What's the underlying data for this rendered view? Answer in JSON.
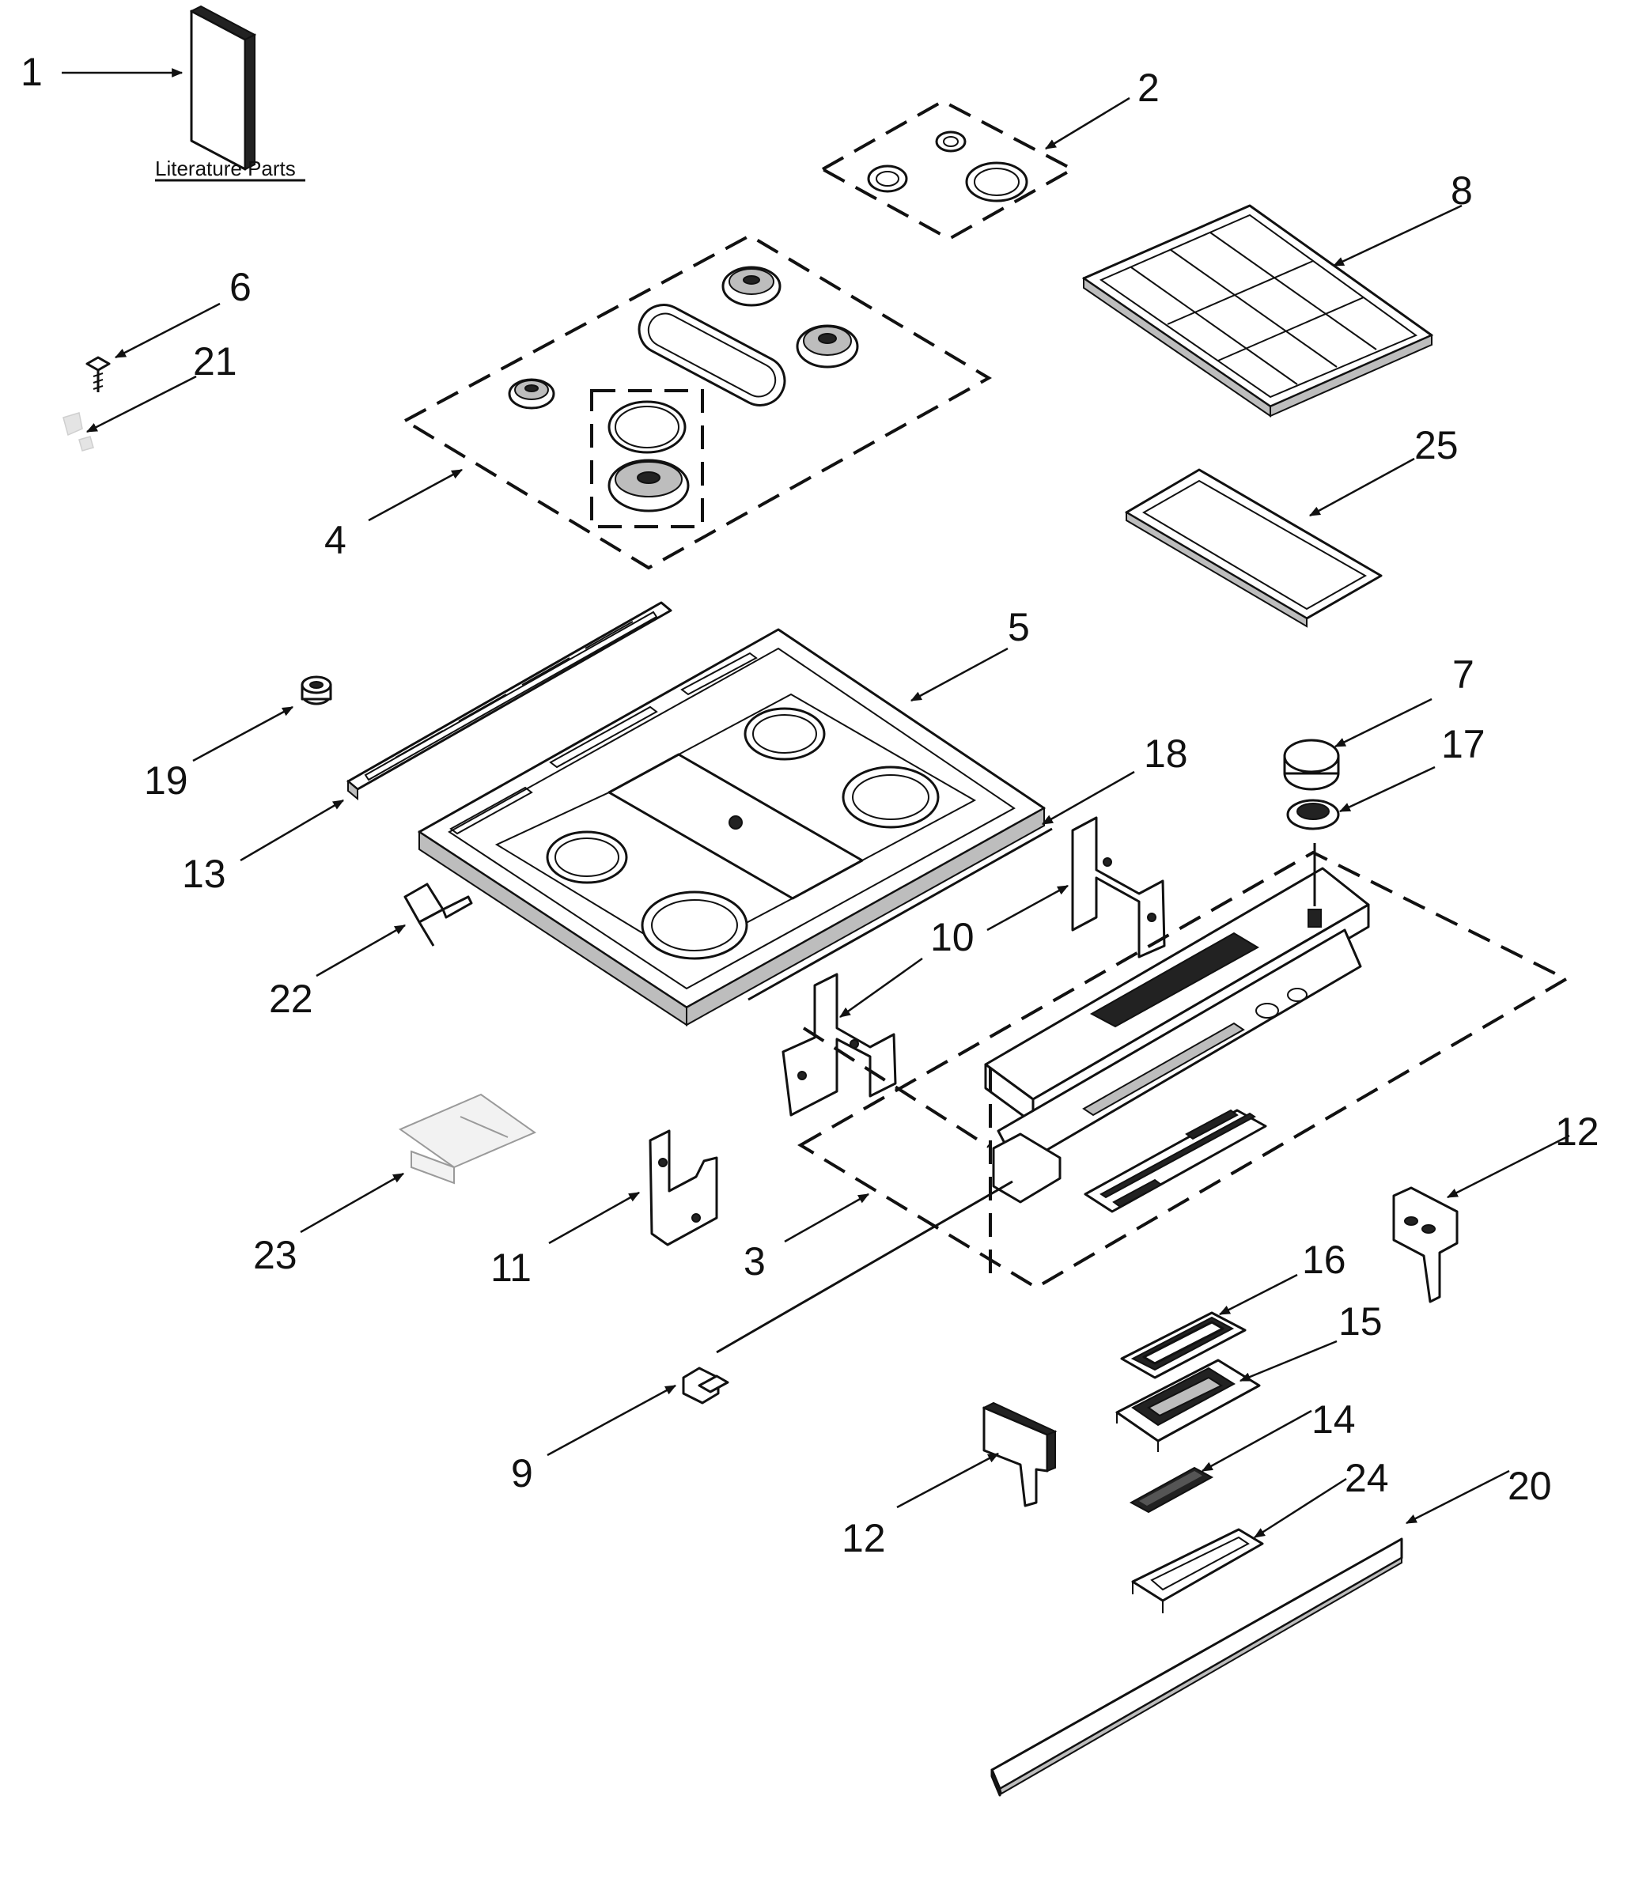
{
  "diagram": {
    "literature_caption": "Literature Parts",
    "callouts": [
      {
        "id": "1",
        "label": "1"
      },
      {
        "id": "2",
        "label": "2"
      },
      {
        "id": "3",
        "label": "3"
      },
      {
        "id": "4",
        "label": "4"
      },
      {
        "id": "5",
        "label": "5"
      },
      {
        "id": "6",
        "label": "6"
      },
      {
        "id": "7",
        "label": "7"
      },
      {
        "id": "8",
        "label": "8"
      },
      {
        "id": "9",
        "label": "9"
      },
      {
        "id": "10",
        "label": "10"
      },
      {
        "id": "11",
        "label": "11"
      },
      {
        "id": "12a",
        "label": "12"
      },
      {
        "id": "12b",
        "label": "12"
      },
      {
        "id": "13",
        "label": "13"
      },
      {
        "id": "14",
        "label": "14"
      },
      {
        "id": "15",
        "label": "15"
      },
      {
        "id": "16",
        "label": "16"
      },
      {
        "id": "17",
        "label": "17"
      },
      {
        "id": "18",
        "label": "18"
      },
      {
        "id": "19",
        "label": "19"
      },
      {
        "id": "20",
        "label": "20"
      },
      {
        "id": "21",
        "label": "21"
      },
      {
        "id": "22",
        "label": "22"
      },
      {
        "id": "23",
        "label": "23"
      },
      {
        "id": "24",
        "label": "24"
      },
      {
        "id": "25",
        "label": "25"
      }
    ]
  }
}
